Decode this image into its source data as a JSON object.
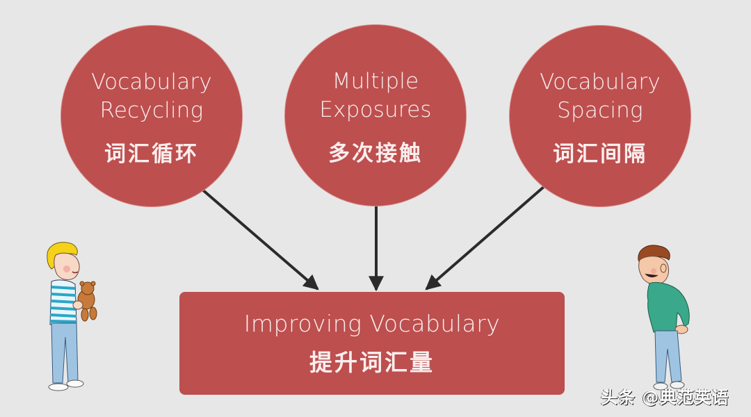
{
  "diagram": {
    "nodes": [
      {
        "id": "recycling",
        "en_line1": "Vocabulary",
        "en_line2": "Recycling",
        "zh": "词汇循环"
      },
      {
        "id": "exposures",
        "en_line1": "Multiple",
        "en_line2": "Exposures",
        "zh": "多次接触"
      },
      {
        "id": "spacing",
        "en_line1": "Vocabulary",
        "en_line2": "Spacing",
        "zh": "词汇间隔"
      }
    ],
    "target": {
      "en": "Improving Vocabulary",
      "zh": "提升词汇量"
    },
    "edges": [
      {
        "from": "recycling",
        "to": "target"
      },
      {
        "from": "exposures",
        "to": "target"
      },
      {
        "from": "spacing",
        "to": "target"
      }
    ]
  },
  "colors": {
    "background": "#e7e7e7",
    "node_fill": "#bd4f4f",
    "text": "#fbeeee",
    "arrow": "#2b2b2b"
  },
  "illustrations": {
    "left": "boy-with-teddy-bear",
    "right": "boy-in-green-sweater"
  },
  "watermark": "头条 @典范英语"
}
